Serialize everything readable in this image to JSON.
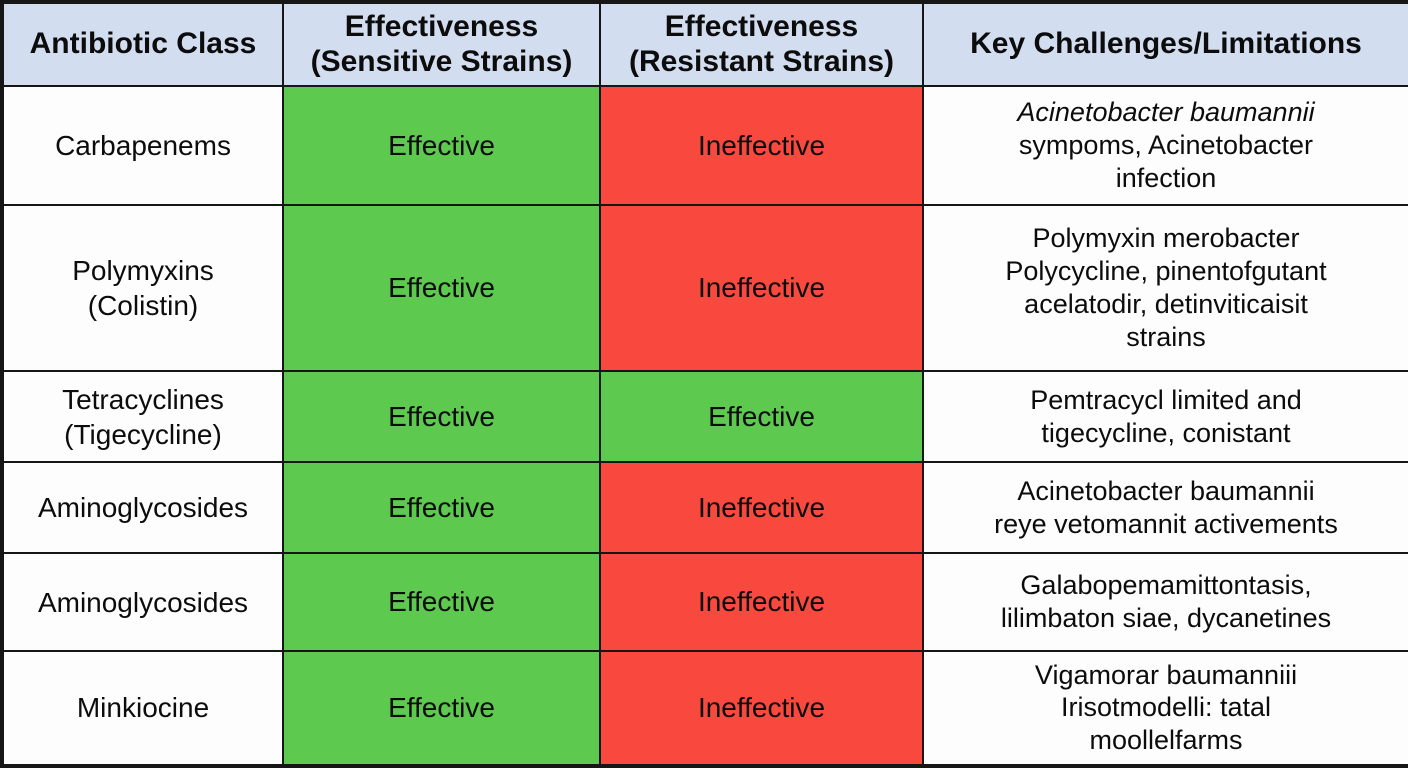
{
  "colors": {
    "header_bg": "#d3ddf0",
    "effective": "#5dc94e",
    "ineffective": "#f9493f",
    "row_bg": "#fdfdfd",
    "border": "#161616"
  },
  "table": {
    "headers": [
      "Antibiotic Class",
      "Effectiveness (Sensitive Strains)",
      "Effectiveness (Resistant Strains)",
      "Key Challenges/Limitations"
    ],
    "rows": [
      {
        "antibiotic_class": "Carbapenems",
        "sensitive_label": "Effective",
        "sensitive_status": "effective",
        "resistant_label": "Ineffective",
        "resistant_status": "ineffective",
        "challenge_lines": [
          "Acinetobacter baumannii",
          "sympoms, Acinetobacter",
          "infection"
        ]
      },
      {
        "antibiotic_class": "Polymyxins (Colistin)",
        "sensitive_label": "Effective",
        "sensitive_status": "effective",
        "resistant_label": "Ineffective",
        "resistant_status": "ineffective",
        "challenge_lines": [
          "Polymyxin merobacter",
          "Polycycline, pinentofgutant",
          "acelatodir, detinviticaisit",
          "strains"
        ]
      },
      {
        "antibiotic_class": "Tetracyclines (Tigecycline)",
        "sensitive_label": "Effective",
        "sensitive_status": "effective",
        "resistant_label": "Effective",
        "resistant_status": "effective",
        "challenge_lines": [
          "Pemtracycl limited and",
          "tigecycline, conistant"
        ]
      },
      {
        "antibiotic_class": "Aminoglycosides",
        "sensitive_label": "Effective",
        "sensitive_status": "effective",
        "resistant_label": "Ineffective",
        "resistant_status": "ineffective",
        "challenge_lines": [
          "Acinetobacter baumannii",
          "reye vetomannit activements"
        ]
      },
      {
        "antibiotic_class": "Aminoglycosides",
        "sensitive_label": "Effective",
        "sensitive_status": "effective",
        "resistant_label": "Ineffective",
        "resistant_status": "ineffective",
        "challenge_lines": [
          "Galabopemamittontasis,",
          "lilimbaton siae, dycanetines"
        ]
      },
      {
        "antibiotic_class": "Minkiocine",
        "sensitive_label": "Effective",
        "sensitive_status": "effective",
        "resistant_label": "Ineffective",
        "resistant_status": "ineffective",
        "challenge_lines": [
          "Vigamorar baumanniii",
          "Irisotmodelli: tatal",
          "moollelfarms"
        ]
      }
    ]
  },
  "chart_data": {
    "type": "table",
    "title": "",
    "columns": [
      "Antibiotic Class",
      "Effectiveness (Sensitive Strains)",
      "Effectiveness (Resistant Strains)",
      "Key Challenges/Limitations"
    ],
    "rows": [
      [
        "Carbapenems",
        "Effective",
        "Ineffective",
        "Acinetobacter baumannii sympoms, Acinetobacter infection"
      ],
      [
        "Polymyxins (Colistin)",
        "Effective",
        "Ineffective",
        "Polymyxin merobacter Polycycline, pinentofgutant acelatodir, detinviticaisit strains"
      ],
      [
        "Tetracyclines (Tigecycline)",
        "Effective",
        "Effective",
        "Pemtracycl limited and tigecycline, conistant"
      ],
      [
        "Aminoglycosides",
        "Effective",
        "Ineffective",
        "Acinetobacter baumannii reye vetomannit activements"
      ],
      [
        "Aminoglycosides",
        "Effective",
        "Ineffective",
        "Galabopemamittontasis, lilimbaton siae, dycanetines"
      ],
      [
        "Minkiocine",
        "Effective",
        "Ineffective",
        "Vigamorar baumanniii Irisotmodelli: tatal moollelfarms"
      ]
    ],
    "cell_colors": {
      "Effective": "#5dc94e",
      "Ineffective": "#f9493f"
    },
    "legend_position": "none",
    "grid": true
  }
}
